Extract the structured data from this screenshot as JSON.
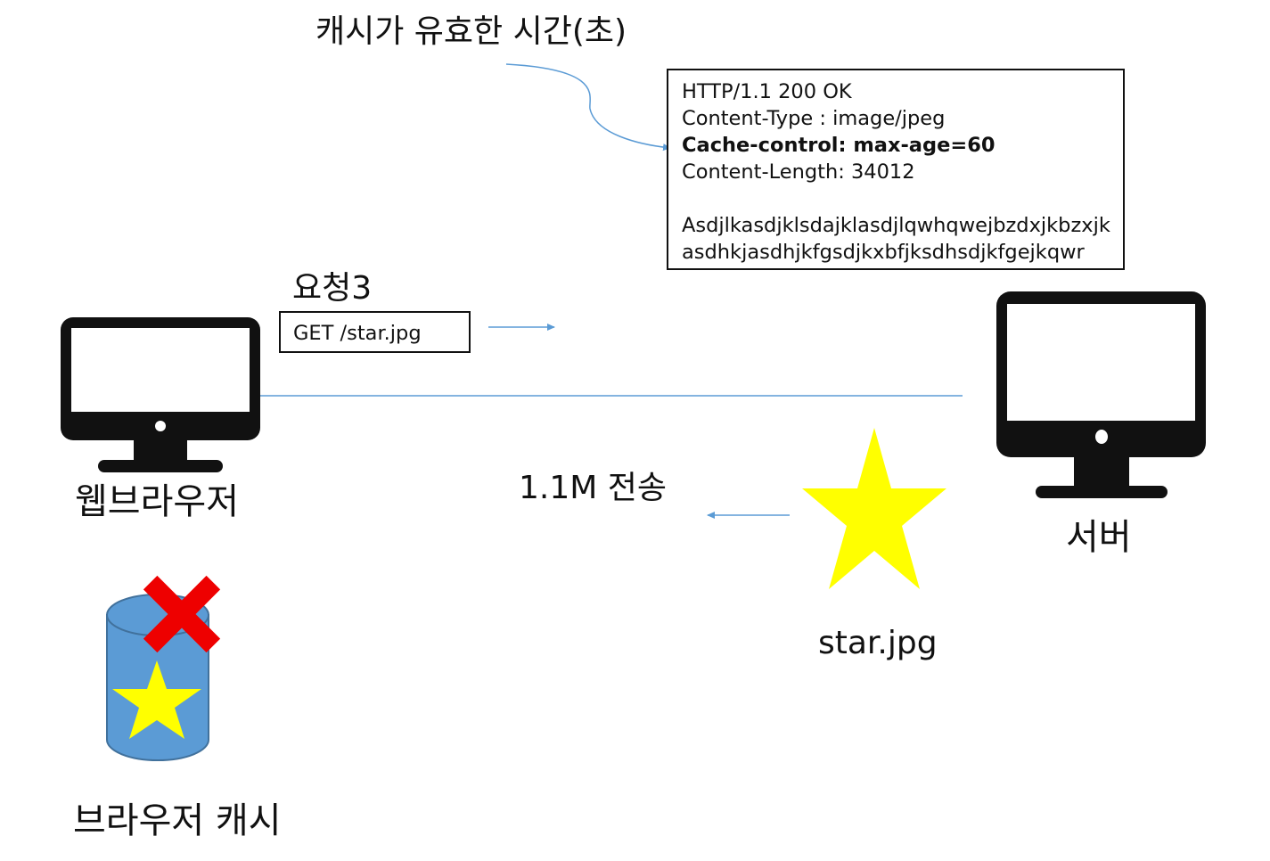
{
  "labels": {
    "cache_valid_time": "캐시가 유효한 시간(초)",
    "request": "요청3",
    "browser": "웹브라우저",
    "server": "서버",
    "transfer": "1.1M 전송",
    "file": "star.jpg",
    "browser_cache": "브라우저 캐시"
  },
  "request_box": {
    "text": "GET /star.jpg"
  },
  "response": {
    "lines": [
      "HTTP/1.1 200 OK",
      "Content-Type : image/jpeg",
      "Cache-control: max-age=60",
      "Content-Length: 34012",
      "",
      "Asdjlkasdjklsdajklasdjlqwhqwejbzdxjkbzxjk",
      "asdhkjasdhjkfgsdjkxbfjksdhsdjkfgejkqwr"
    ],
    "bold_line_index": 2
  },
  "icons": {
    "browser": "monitor-icon",
    "server": "monitor-icon",
    "file": "star-icon",
    "cache": "database-cylinder-icon",
    "invalid": "red-x-icon"
  },
  "colors": {
    "star": "#ffff00",
    "cylinder": "#5b9bd5",
    "cylinder_edge": "#41719c",
    "connector": "#5b9bd5",
    "x_mark": "#ee0000",
    "monitor": "#111111"
  }
}
